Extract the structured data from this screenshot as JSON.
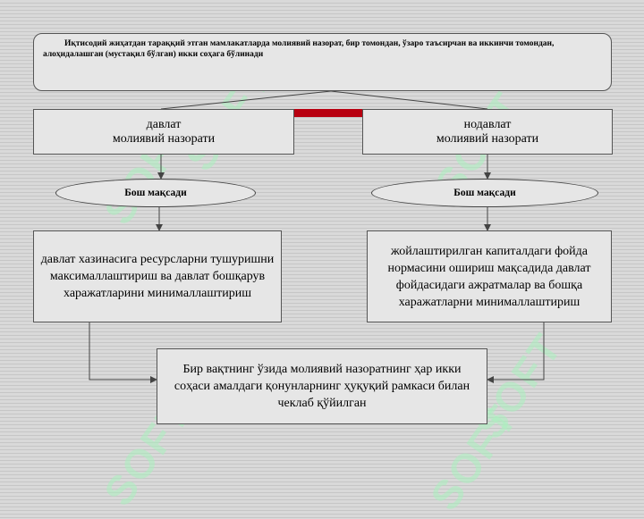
{
  "watermark": {
    "text": "SOFT",
    "color": "#aaf0be"
  },
  "top_box": {
    "text": "Иқтисодий жиҳатдан тараққий этган мамлакатларда молиявий назорат, бир томондан, ўзаро таъсирчан ва иккинчи томондан, алоҳидалашган (мустақил бўлган) икки соҳага бўлинади"
  },
  "left_branch": {
    "title_line1": "давлат",
    "title_line2": "молиявий назорати",
    "goal_label": "Бош мақсади",
    "goal_text": "давлат хазинасига ресурсларни тушуришни максималлаштириш ва давлат бошқарув харажатларини минималлаштириш"
  },
  "right_branch": {
    "title_line1": "нодавлат",
    "title_line2": "молиявий назорати",
    "goal_label": "Бош мақсади",
    "goal_text": "жойлаштирилган капиталдаги фойда нормасини ошириш мақсадида давлат фойдасидаги ажратмалар ва бошқа харажатларни минималлаштириш"
  },
  "bottom_box": {
    "text": "Бир вақтнинг ўзида молиявий назоратнинг ҳар икки соҳаси амалдаги қонунларнинг ҳуқуқий рамкаси билан чеклаб қўйилган"
  },
  "colors": {
    "accent_bar": "#b80010",
    "box_fill": "#e6e6e6",
    "line": "#444444"
  }
}
